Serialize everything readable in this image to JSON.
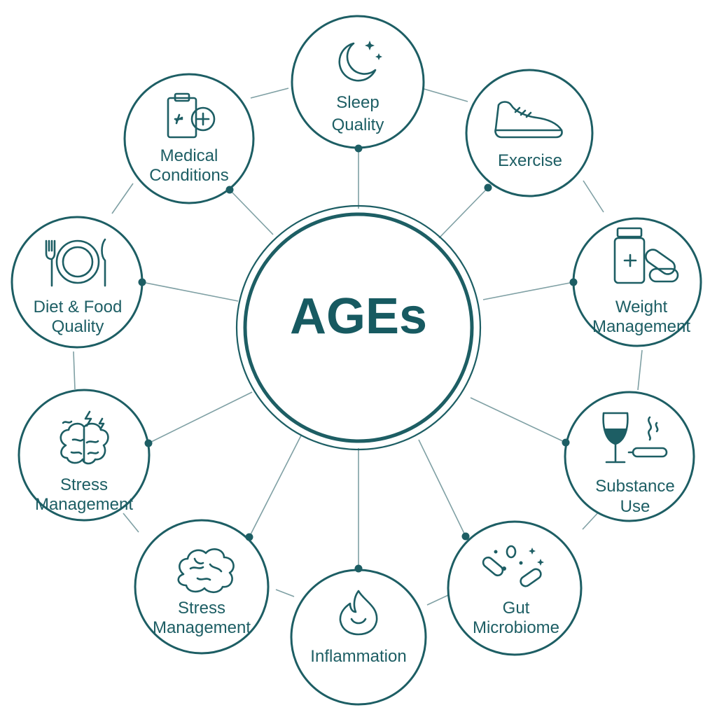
{
  "center": {
    "label": "AGEs"
  },
  "nodes": [
    {
      "id": "sleep",
      "icon": "moon-stars-icon",
      "lines": [
        "Sleep",
        "Quality"
      ]
    },
    {
      "id": "exercise",
      "icon": "sneaker-icon",
      "lines": [
        "Exercise"
      ]
    },
    {
      "id": "weight",
      "icon": "pill-bottle-icon",
      "lines": [
        "Weight",
        "Management"
      ]
    },
    {
      "id": "substance",
      "icon": "wine-cigarette-icon",
      "lines": [
        "Substance",
        "Use"
      ]
    },
    {
      "id": "gut",
      "icon": "microbes-icon",
      "lines": [
        "Gut",
        "Microbiome"
      ]
    },
    {
      "id": "inflammation",
      "icon": "flame-icon",
      "lines": [
        "Inflammation"
      ]
    },
    {
      "id": "stress2",
      "icon": "brain-icon",
      "lines": [
        "Stress",
        "Management"
      ]
    },
    {
      "id": "stress1",
      "icon": "brain-lightning-icon",
      "lines": [
        "Stress",
        "Management"
      ]
    },
    {
      "id": "diet",
      "icon": "plate-cutlery-icon",
      "lines": [
        "Diet & Food",
        "Quality"
      ]
    },
    {
      "id": "medical",
      "icon": "clipboard-medical-icon",
      "lines": [
        "Medical",
        "Conditions"
      ]
    }
  ],
  "colors": {
    "primary": "#1d5e64",
    "connector": "#7fa0a4",
    "background": "#ffffff"
  }
}
